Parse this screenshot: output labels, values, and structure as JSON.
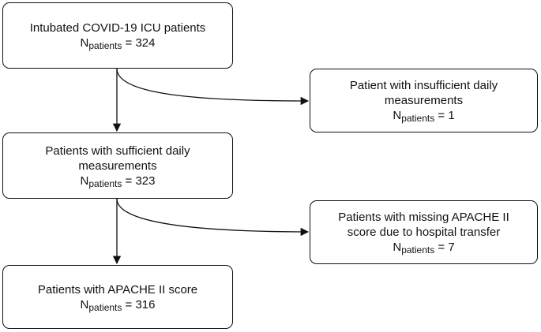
{
  "boxes": [
    {
      "id": "box-1",
      "lines": [
        "Intubated COVID-19 ICU patients"
      ],
      "n_prefix": "N",
      "n_sub": "patients",
      "n_value": " = 324"
    },
    {
      "id": "box-2",
      "lines": [
        "Patient with insufficient daily",
        "measurements"
      ],
      "n_prefix": "N",
      "n_sub": "patients",
      "n_value": " = 1"
    },
    {
      "id": "box-3",
      "lines": [
        "Patients with sufficient daily",
        "measurements"
      ],
      "n_prefix": "N",
      "n_sub": "patients",
      "n_value": " = 323"
    },
    {
      "id": "box-4",
      "lines": [
        "Patients with missing APACHE II",
        "score due to hospital transfer"
      ],
      "n_prefix": "N",
      "n_sub": "patients",
      "n_value": " = 7"
    },
    {
      "id": "box-5",
      "lines": [
        "Patients with APACHE II score"
      ],
      "n_prefix": "N",
      "n_sub": "patients",
      "n_value": " = 316"
    }
  ],
  "colors": {
    "stroke": "#111111",
    "background": "#ffffff"
  }
}
